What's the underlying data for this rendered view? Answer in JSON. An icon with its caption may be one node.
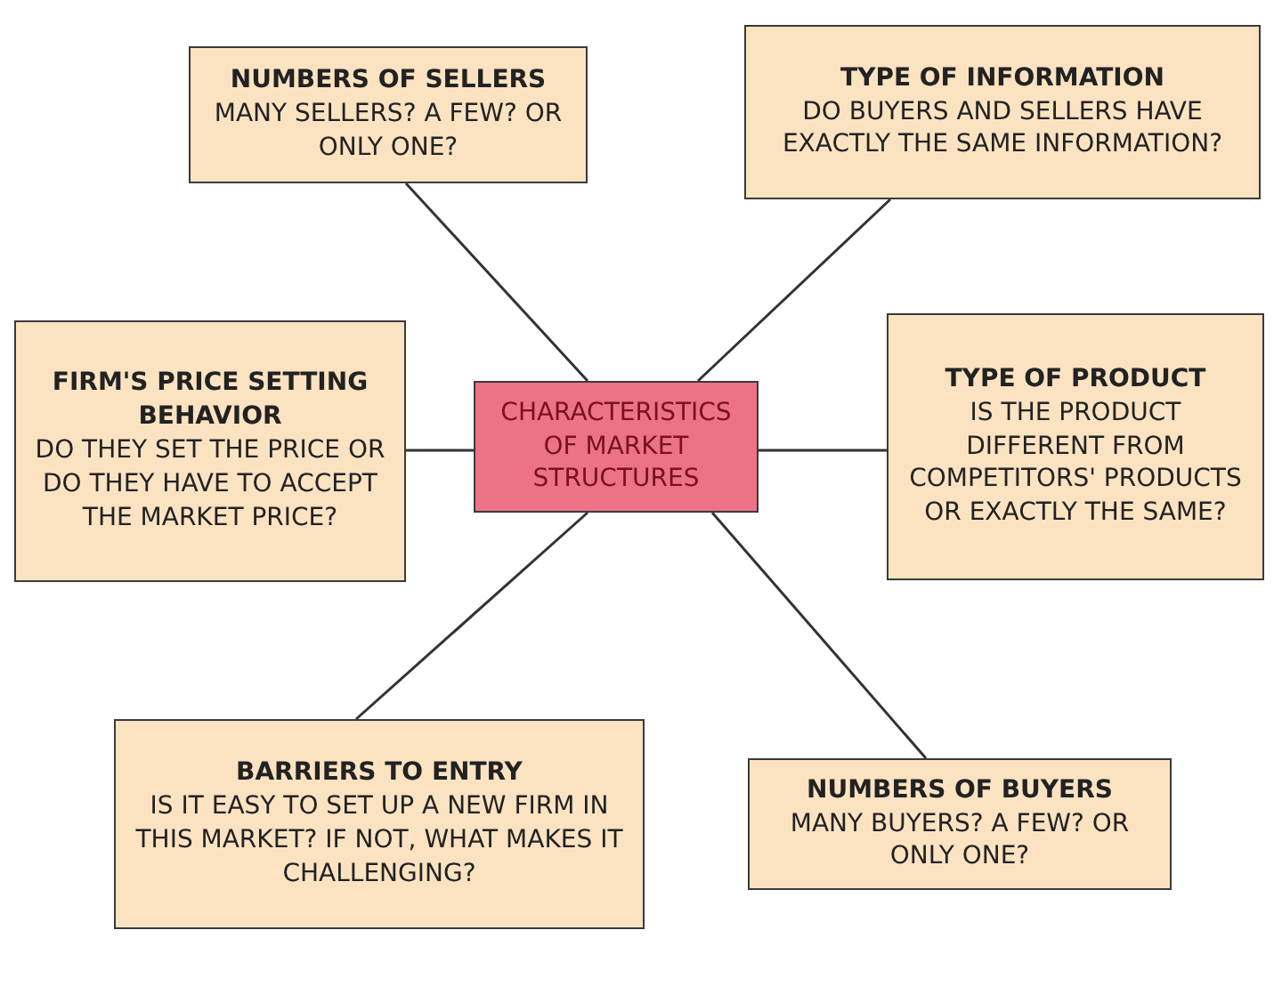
{
  "diagram": {
    "nodes": [
      {
        "text": [
          "CHARACTERISTICS OF MARKET STRUCTURES"
        ]
      },
      {
        "text": [
          "NUMBERS OF SELLERS",
          "MANY SELLERS? A FEW? OR ONLY ONE?"
        ]
      },
      {
        "text": [
          "TYPE OF INFORMATION",
          "DO BUYERS AND SELLERS HAVE EXACTLY THE SAME INFORMATION?"
        ]
      },
      {
        "text": [
          "FIRM'S PRICE SETTING BEHAVIOR",
          "DO THEY SET THE PRICE OR DO THEY HAVE TO ACCEPT THE MARKET PRICE?"
        ]
      },
      {
        "text": [
          "TYPE OF PRODUCT",
          "IS THE PRODUCT DIFFERENT FROM COMPETITORS' PRODUCTS OR EXACTLY THE SAME?"
        ]
      },
      {
        "text": [
          "BARRIERS TO ENTRY",
          "IS IT EASY TO SET UP A NEW FIRM IN THIS MARKET? IF NOT, WHAT MAKES IT CHALLENGING?"
        ]
      },
      {
        "text": [
          "NUMBERS OF BUYERS",
          "MANY BUYERS? A FEW? OR ONLY ONE?"
        ]
      }
    ],
    "edges": [
      {
        "from": 0,
        "to": 1,
        "arrow": "none"
      },
      {
        "from": 0,
        "to": 2,
        "arrow": "none"
      },
      {
        "from": 0,
        "to": 3,
        "arrow": "none"
      },
      {
        "from": 0,
        "to": 4,
        "arrow": "none"
      },
      {
        "from": 0,
        "to": 5,
        "arrow": "none"
      },
      {
        "from": 0,
        "to": 6,
        "arrow": "none"
      }
    ]
  }
}
